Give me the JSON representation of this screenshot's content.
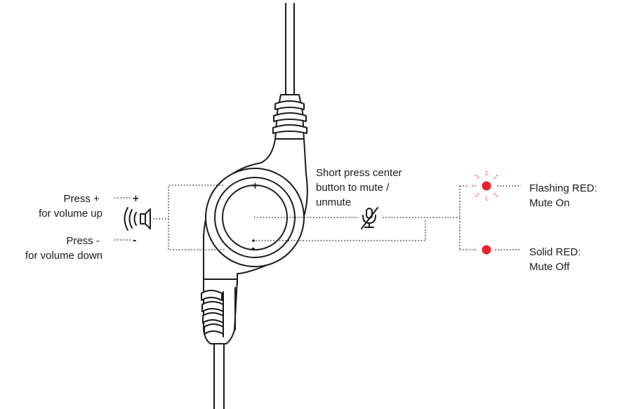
{
  "labels": {
    "vol_up": [
      "Press +",
      "for volume up"
    ],
    "vol_down": [
      "Press -",
      "for volume down"
    ],
    "mute": [
      "Short press center",
      "button to mute /",
      "unmute"
    ],
    "flashing": [
      "Flashing RED:",
      "Mute On"
    ],
    "solid": [
      "Solid RED:",
      "Mute Off"
    ]
  },
  "symbols": {
    "plus": "+",
    "minus": "-"
  },
  "colors": {
    "led_red": "#e8232a",
    "ink": "#1a1a1a"
  },
  "icons": {
    "speaker": "speaker-icon",
    "mute": "microphone-mute-icon"
  }
}
